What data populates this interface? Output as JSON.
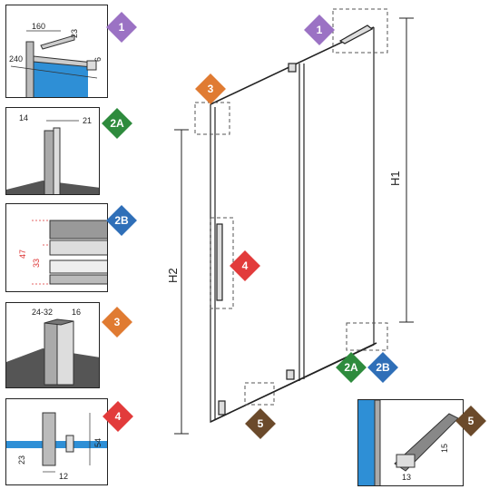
{
  "badges": {
    "b1": "1",
    "b2a": "2A",
    "b2b": "2B",
    "b3": "3",
    "b4": "4",
    "b5": "5"
  },
  "colors": {
    "badge1": "#9b72c4",
    "badge2a": "#2e8b3d",
    "badge2b": "#2f6fb8",
    "badge3": "#e07b32",
    "badge4": "#e23b3b",
    "badge5": "#6b4a2b",
    "glass": "#2e8fd6"
  },
  "panel1": {
    "d160": "160",
    "d23": "23",
    "d6": "6",
    "d240": "240"
  },
  "panel2a": {
    "d14": "14",
    "d21": "21"
  },
  "panel2b": {
    "d47": "47",
    "d33": "33"
  },
  "panel3": {
    "d2432": "24-32",
    "d16": "16"
  },
  "panel4": {
    "d54": "54",
    "d23": "23",
    "d12": "12"
  },
  "panel5": {
    "d15": "15",
    "d13": "13"
  },
  "main": {
    "h1": "H1",
    "h2": "H2"
  }
}
